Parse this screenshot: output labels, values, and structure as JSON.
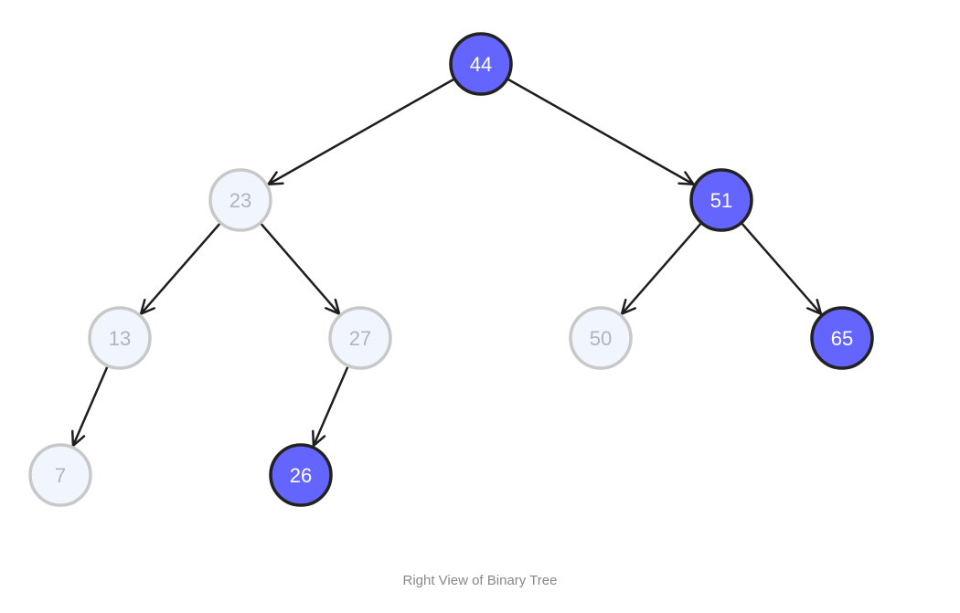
{
  "caption": "Right View of Binary Tree",
  "colors": {
    "highlight_fill": "#6464ff",
    "highlight_stroke": "#222222",
    "highlight_text": "#ffffff",
    "dim_fill": "#f1f5fd",
    "dim_stroke": "#c8c8c8",
    "dim_text": "#b0b4c0",
    "edge": "#1e1e1e"
  },
  "nodes": [
    {
      "id": "n44",
      "label": "44",
      "highlighted": true
    },
    {
      "id": "n23",
      "label": "23",
      "highlighted": false
    },
    {
      "id": "n51",
      "label": "51",
      "highlighted": true
    },
    {
      "id": "n13",
      "label": "13",
      "highlighted": false
    },
    {
      "id": "n27",
      "label": "27",
      "highlighted": false
    },
    {
      "id": "n50",
      "label": "50",
      "highlighted": false
    },
    {
      "id": "n65",
      "label": "65",
      "highlighted": true
    },
    {
      "id": "n7",
      "label": "7",
      "highlighted": false
    },
    {
      "id": "n26",
      "label": "26",
      "highlighted": true
    }
  ],
  "edges": [
    {
      "from": "n44",
      "to": "n23"
    },
    {
      "from": "n44",
      "to": "n51"
    },
    {
      "from": "n23",
      "to": "n13"
    },
    {
      "from": "n23",
      "to": "n27"
    },
    {
      "from": "n51",
      "to": "n50"
    },
    {
      "from": "n51",
      "to": "n65"
    },
    {
      "from": "n13",
      "to": "n7"
    },
    {
      "from": "n27",
      "to": "n26"
    }
  ]
}
